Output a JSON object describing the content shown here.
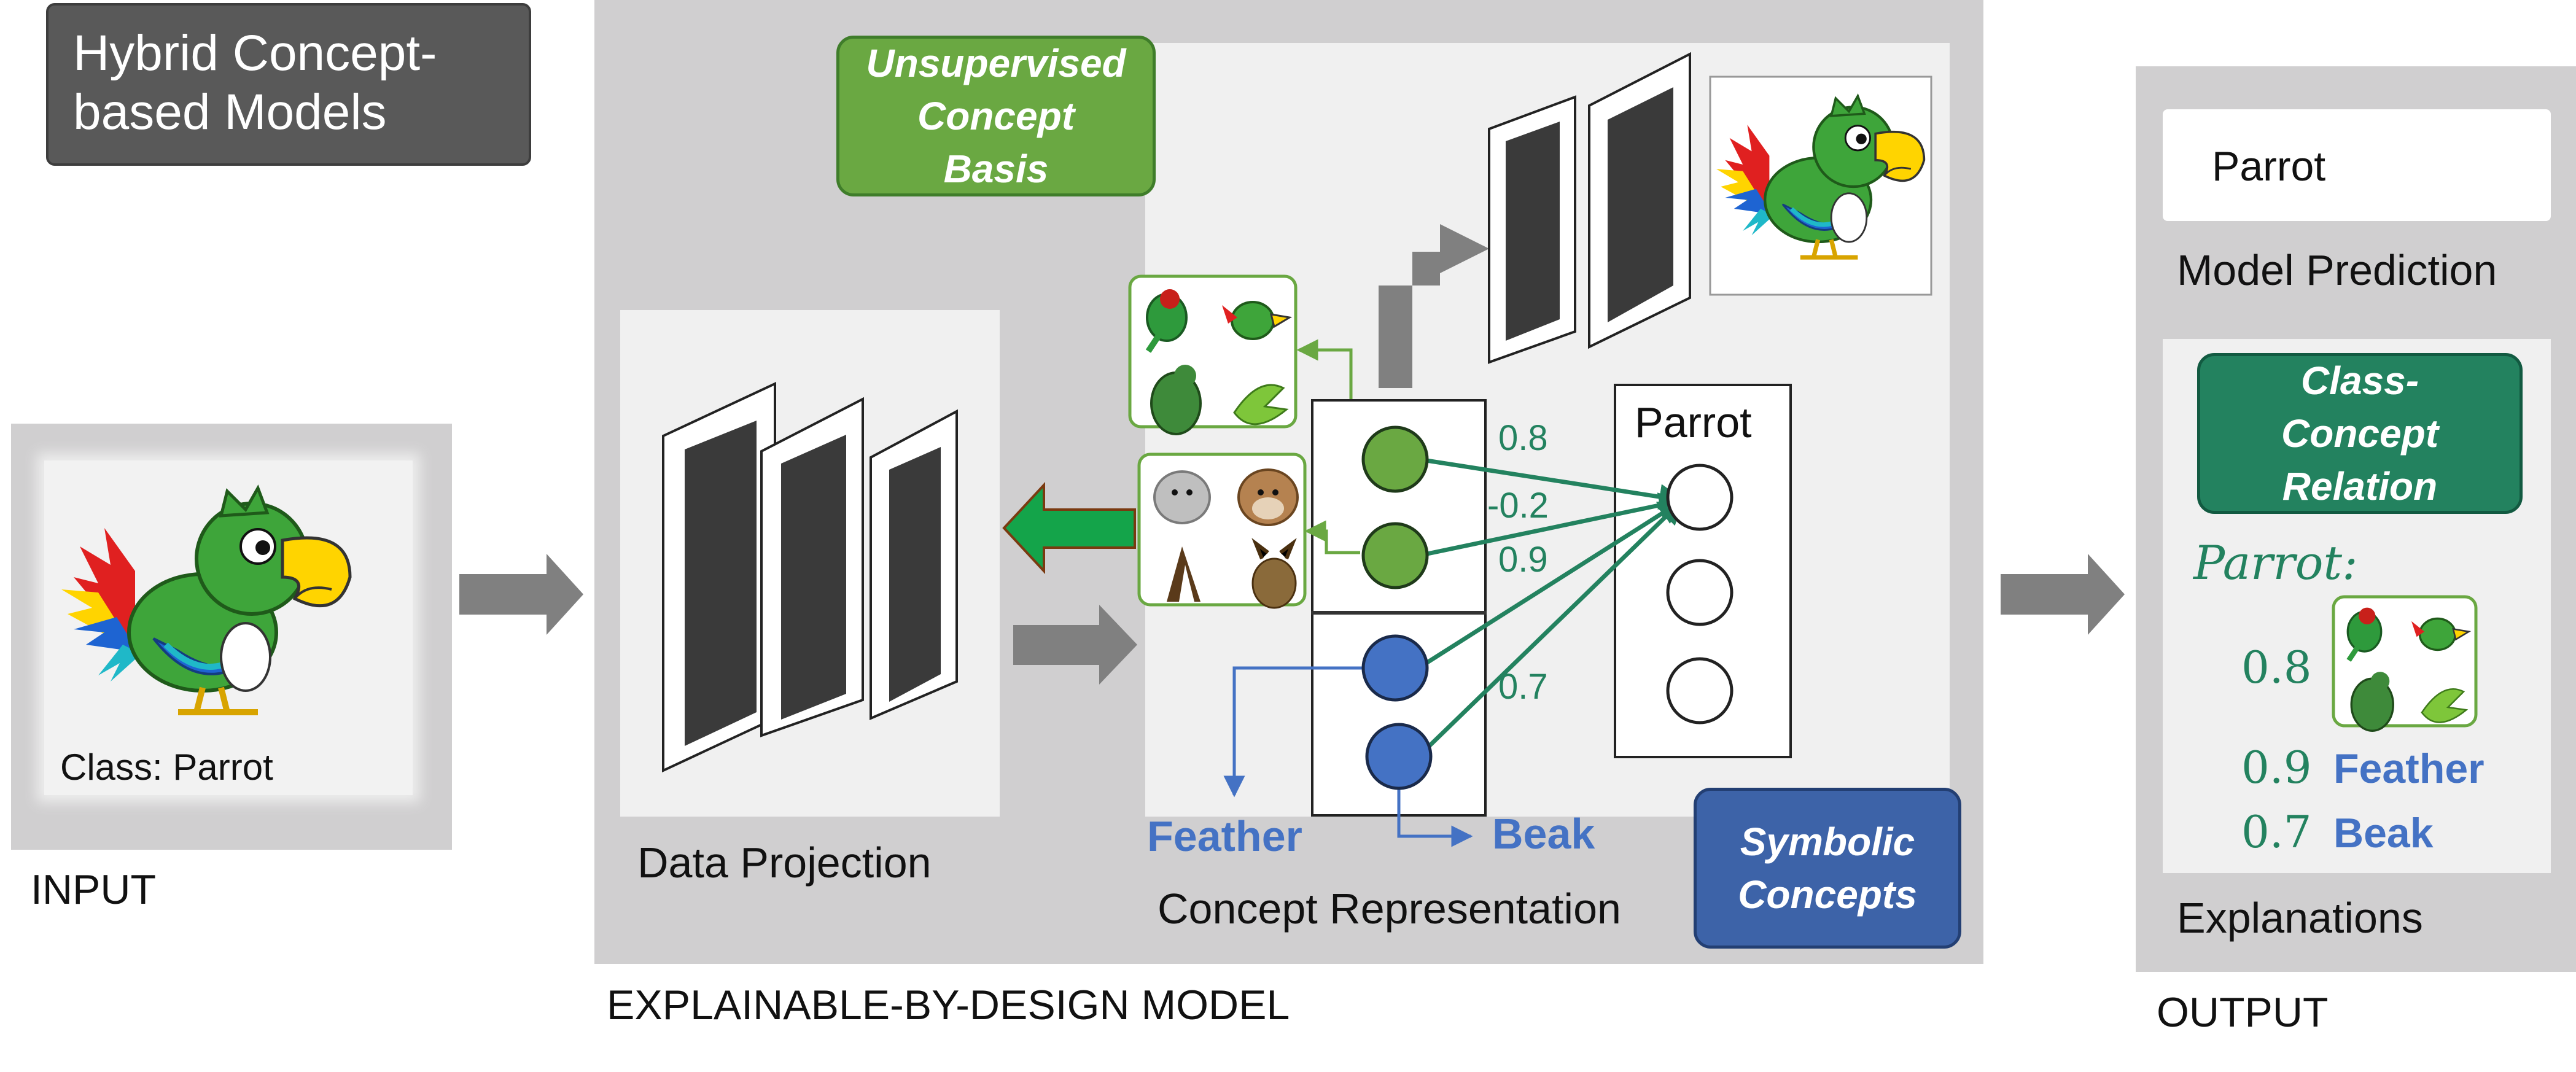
{
  "title": "Hybrid Concept-based Models",
  "input": {
    "section_label": "INPUT",
    "class_label": "Class: Parrot"
  },
  "model": {
    "section_label": "EXPLAINABLE-BY-DESIGN MODEL",
    "data_projection_label": "Data Projection",
    "concept_representation_label": "Concept Representation",
    "unsupervised_tag": "Unsupervised Concept Basis",
    "symbolic_tag": "Symbolic Concepts",
    "output_node_label": "Parrot",
    "weights": [
      "0.8",
      "-0.2",
      "0.9",
      "0.7"
    ],
    "feather_label": "Feather",
    "beak_label": "Beak"
  },
  "output": {
    "section_label": "OUTPUT",
    "prediction_value": "Parrot",
    "prediction_label": "Model Prediction",
    "relation_tag": "Class-Concept Relation",
    "class_name": "Parrot:",
    "rows": [
      {
        "weight": "0.8",
        "concept": ""
      },
      {
        "weight": "0.9",
        "concept": "Feather"
      },
      {
        "weight": "0.7",
        "concept": "Beak"
      }
    ],
    "explanations_label": "Explanations"
  },
  "colors": {
    "dark_green": "#23825f",
    "concept_green": "#6aa842",
    "concept_blue": "#3d63a8",
    "arrow_grey": "#808080",
    "highlight_green": "#14a44a"
  },
  "icons": [
    "parrot-icon",
    "birds-concept-icon",
    "dogs-concept-icon",
    "feature-map-icon",
    "arrow-icon"
  ]
}
